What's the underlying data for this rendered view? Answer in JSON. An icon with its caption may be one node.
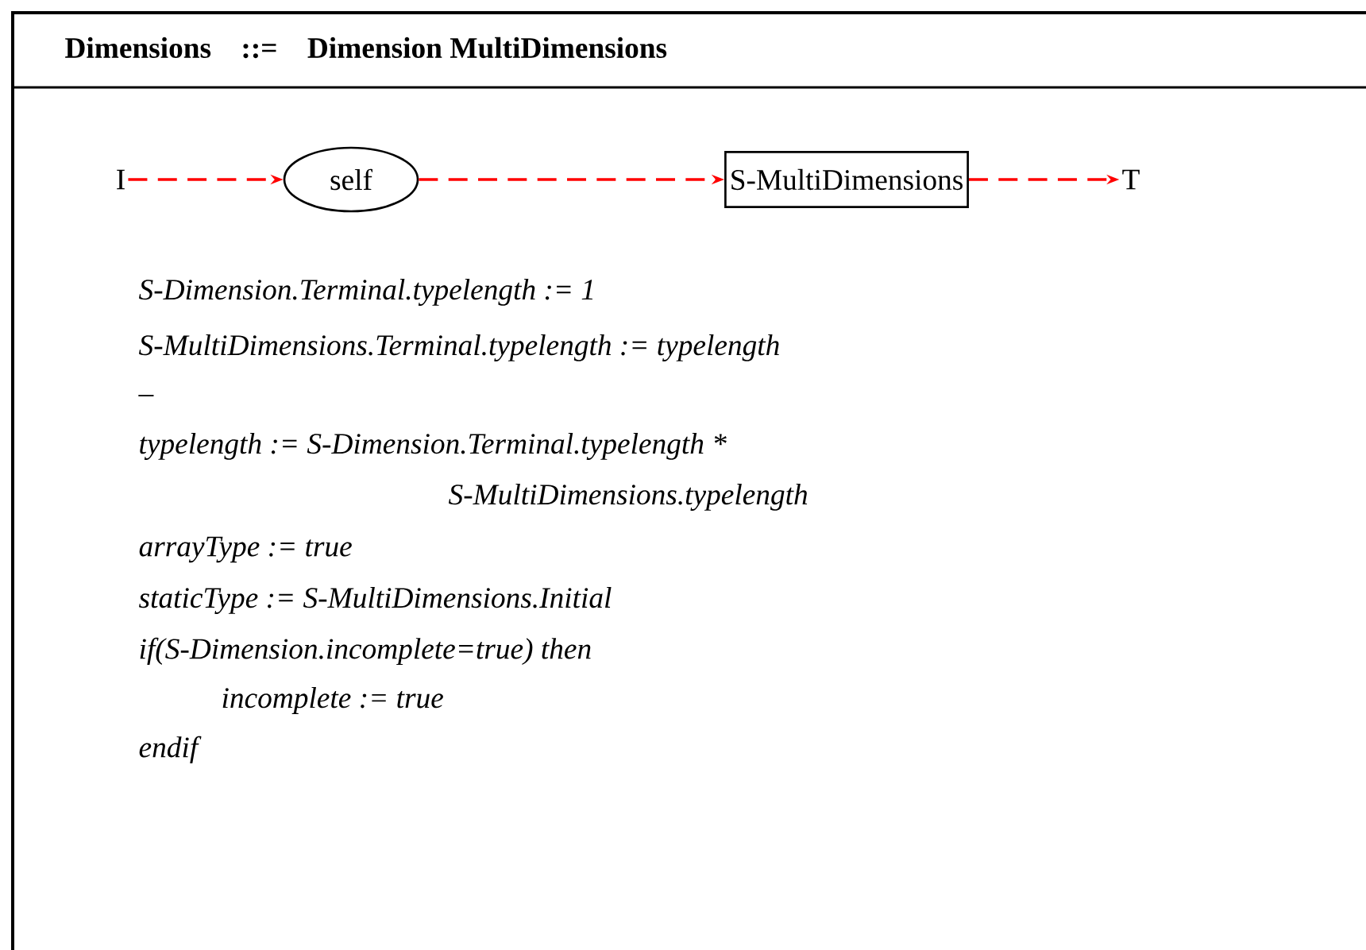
{
  "diagram": {
    "title": "Dimensions    ::=    Dimension MultiDimensions",
    "nodes": [
      {
        "text": [
          "I"
        ]
      },
      {
        "text": [
          "self"
        ]
      },
      {
        "text": [
          "S-MultiDimensions"
        ]
      },
      {
        "text": [
          "T"
        ]
      }
    ],
    "edges": [
      {
        "from": 0,
        "to": 1,
        "arrow": "to",
        "style": "dashed",
        "color": "#ff0000"
      },
      {
        "from": 1,
        "to": 2,
        "arrow": "to",
        "style": "dashed",
        "color": "#ff0000"
      },
      {
        "from": 2,
        "to": 3,
        "arrow": "to",
        "style": "dashed",
        "color": "#ff0000"
      }
    ],
    "labels": [
      "S-Dimension.Terminal.typelength := 1",
      "S-MultiDimensions.Terminal.typelength := typelength",
      "–",
      "typelength := S-Dimension.Terminal.typelength *",
      "S-MultiDimensions.typelength",
      "arrayType := true",
      "staticType := S-MultiDimensions.Initial",
      "if(S-Dimension.incomplete=true) then",
      "incomplete := true",
      "endif"
    ]
  }
}
